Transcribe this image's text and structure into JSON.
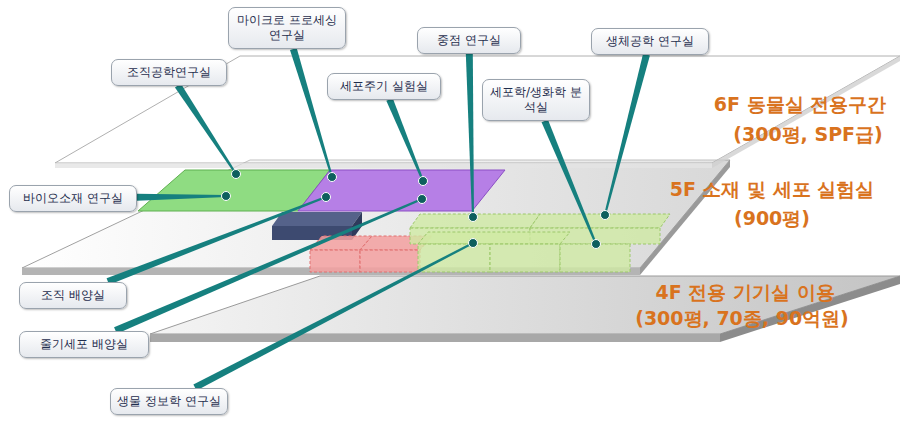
{
  "diagram": {
    "nodes": [
      {
        "text": [
          "마이크로 프로세싱 연구실"
        ]
      },
      {
        "text": [
          "중점 연구실"
        ]
      },
      {
        "text": [
          "생체공학 연구실"
        ]
      },
      {
        "text": [
          "조직공학연구실"
        ]
      },
      {
        "text": [
          "세포주기 실험실"
        ]
      },
      {
        "text": [
          "세포학/생화학 분석실"
        ]
      },
      {
        "text": [
          "바이오소재 연구실"
        ]
      },
      {
        "text": [
          "조직 배양실"
        ]
      },
      {
        "text": [
          "줄기세포 배양실"
        ]
      },
      {
        "text": [
          "생물 정보학 연구실"
        ]
      }
    ],
    "labels": [
      "6F 동물실 전용구간",
      "(300평, SPF급)",
      "5F 소재 및 세포 실험실",
      "(900평)",
      "4F 전용 기기실 이용",
      "(300평, 70종, 90억원)"
    ]
  }
}
